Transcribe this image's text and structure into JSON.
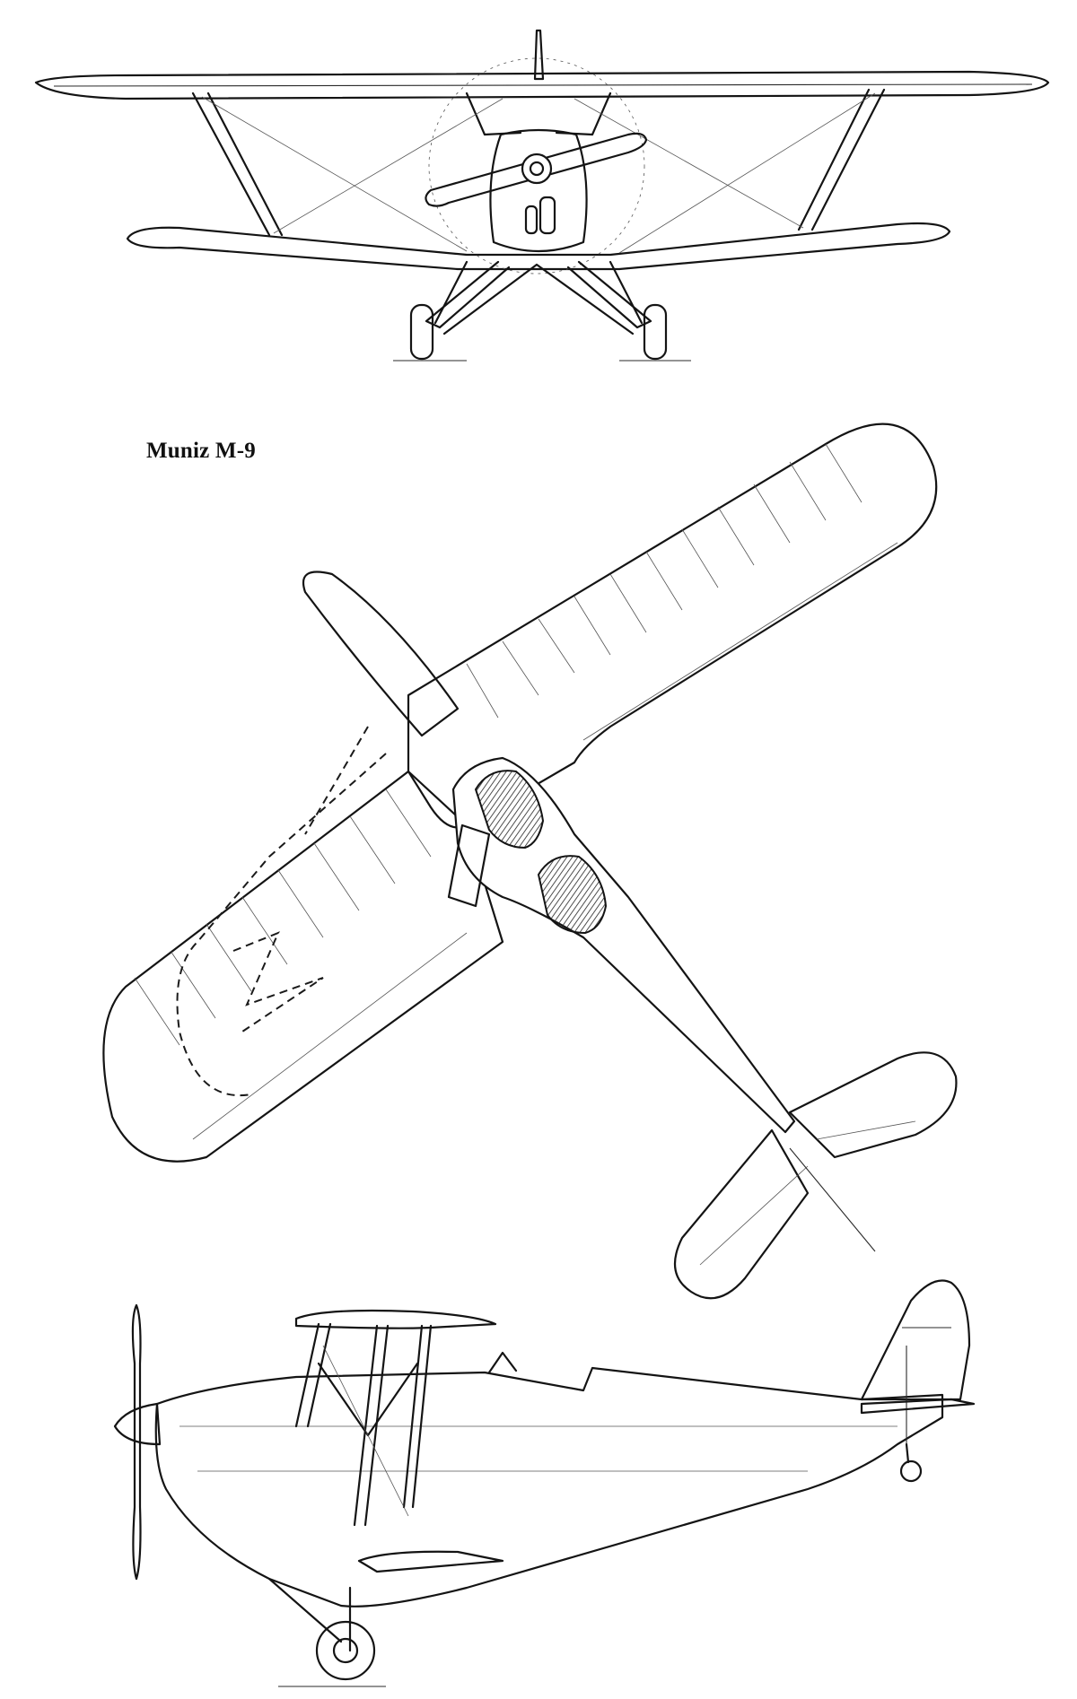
{
  "caption": "Muniz M-9",
  "views": [
    {
      "name": "front-view"
    },
    {
      "name": "plan-view"
    },
    {
      "name": "side-view"
    }
  ]
}
